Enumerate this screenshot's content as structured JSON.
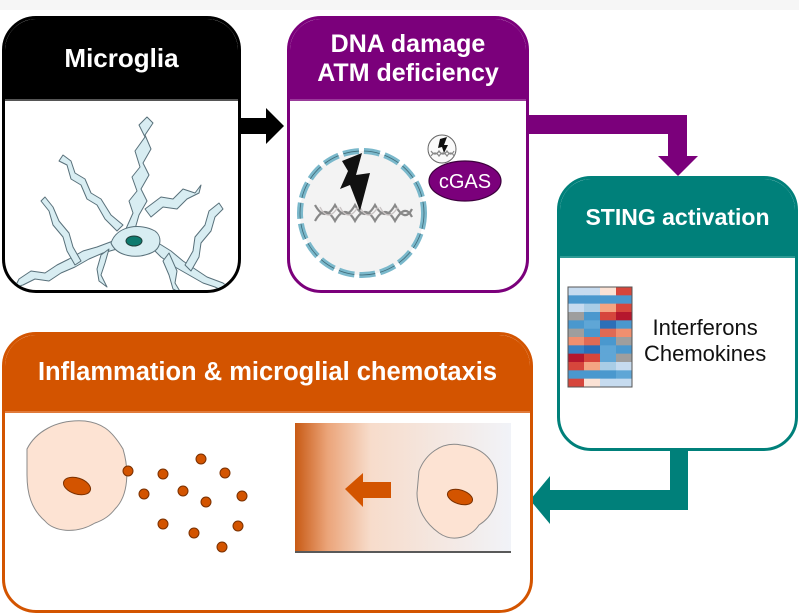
{
  "figure": {
    "boxes": {
      "microglia": {
        "title": "Microglia",
        "color": "#000000"
      },
      "dna_damage": {
        "title_line1": "DNA damage",
        "title_line2": "ATM deficiency",
        "color": "#7b007b",
        "cgas_label": "cGAS"
      },
      "sting": {
        "title": "STING activation",
        "color": "#00807a",
        "text_line1": "Interferons",
        "text_line2": "Chemokines"
      },
      "inflammation": {
        "title": "Inflammation & microglial chemotaxis",
        "color": "#d35400"
      }
    },
    "heatmap": {
      "rows": [
        [
          "#c6dbef",
          "#c6dbef",
          "#fbe2d5",
          "#d6463c"
        ],
        [
          "#4a98ce",
          "#4a98ce",
          "#4a98ce",
          "#4a98ce"
        ],
        [
          "#c6dbef",
          "#a9cde6",
          "#f4a582",
          "#d6463c"
        ],
        [
          "#9e9e9e",
          "#4a98ce",
          "#d6463c",
          "#b5172d"
        ],
        [
          "#4a98ce",
          "#5fa6d6",
          "#2b6fb8",
          "#4a98ce"
        ],
        [
          "#9e9e9e",
          "#4a98ce",
          "#e06a55",
          "#f08f6f"
        ],
        [
          "#f08f6f",
          "#e06a55",
          "#4a98ce",
          "#9e9e9e"
        ],
        [
          "#3a82c4",
          "#2b6fb8",
          "#5fa6d6",
          "#4a98ce"
        ],
        [
          "#b5172d",
          "#d6463c",
          "#5fa6d6",
          "#9e9e9e"
        ],
        [
          "#d6463c",
          "#f4a582",
          "#a9cde6",
          "#c6dbef"
        ],
        [
          "#4a98ce",
          "#4a98ce",
          "#4a98ce",
          "#5fa6d6"
        ],
        [
          "#d6463c",
          "#fbe2d5",
          "#c6dbef",
          "#c6dbef"
        ]
      ]
    },
    "flow": [
      "Microglia",
      "DNA damage / ATM deficiency",
      "STING activation",
      "Inflammation & microglial chemotaxis"
    ]
  }
}
